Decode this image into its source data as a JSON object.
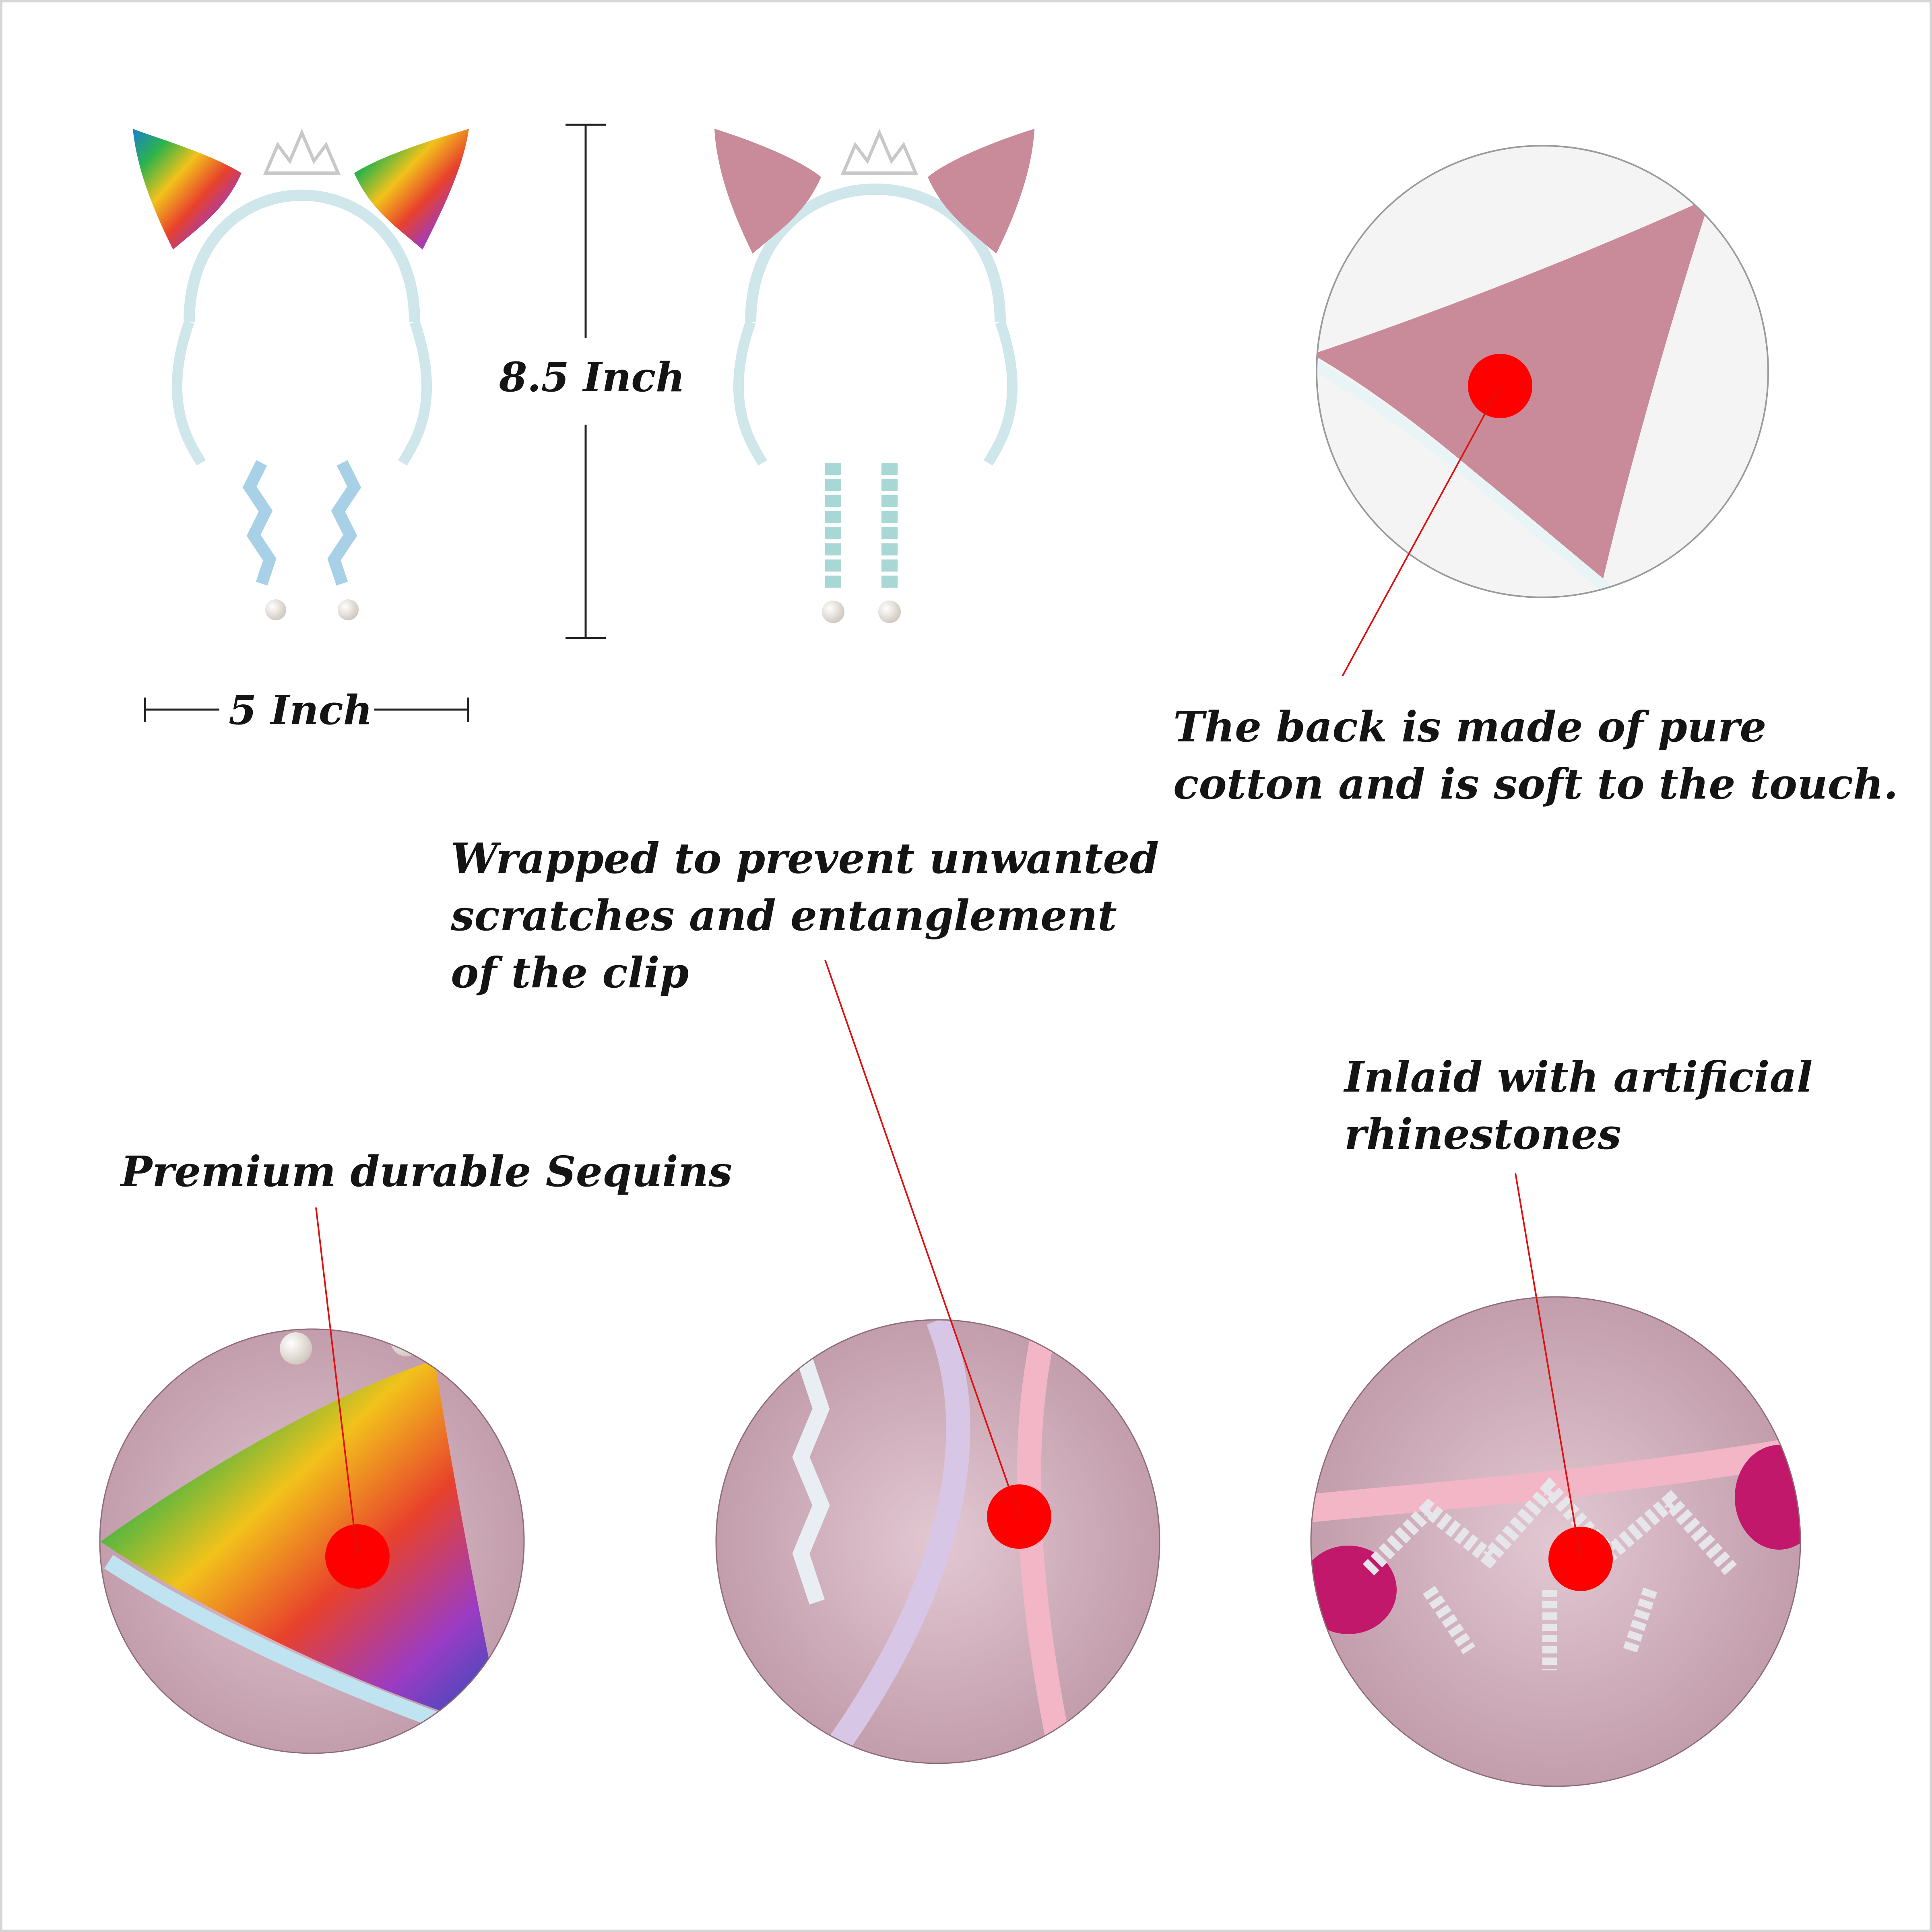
{
  "dimensions": {
    "height_label": "8.5 Inch",
    "width_label": "5 Inch"
  },
  "callouts": {
    "back": {
      "line1": "The back is made of pure",
      "line2": "cotton and is soft to the touch."
    },
    "wrapped": {
      "line1": "Wrapped to prevent unwanted",
      "line2": "scratches and entanglement",
      "line3": "of the clip"
    },
    "sequins": {
      "line1": "Premium durable Sequins"
    },
    "rhinestones": {
      "line1": "Inlaid with artificial",
      "line2": "rhinestones"
    }
  },
  "colors": {
    "marker": "#ff0000",
    "leader_line": "#e01010",
    "ear_pink": "#c98a9a",
    "band_blue": "#cfe6ea",
    "background_pink": "#d4b3bf"
  }
}
